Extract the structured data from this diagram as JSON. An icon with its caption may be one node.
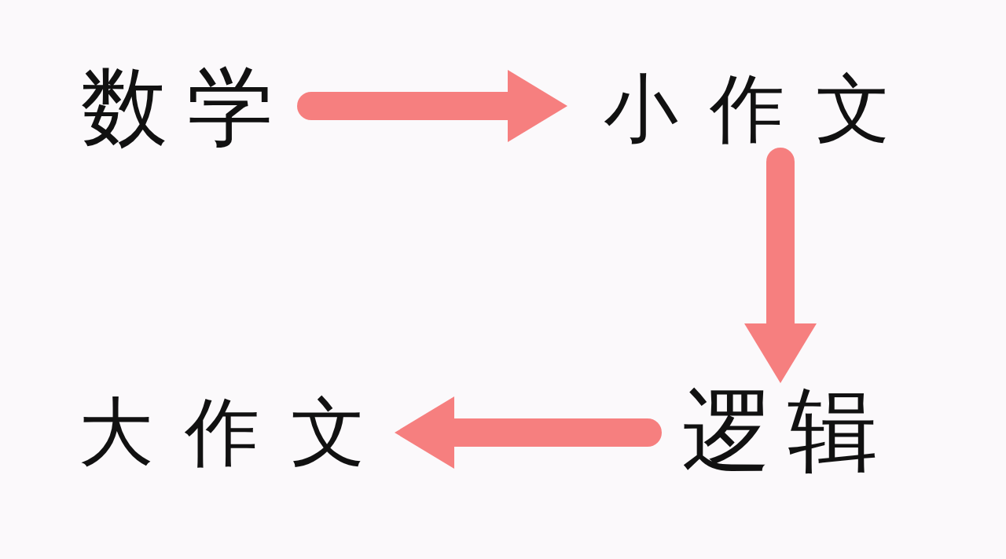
{
  "diagram": {
    "nodes": [
      {
        "text": [
          "数学"
        ]
      },
      {
        "text": [
          "小作文"
        ]
      },
      {
        "text": [
          "逻辑"
        ]
      },
      {
        "text": [
          "大作文"
        ]
      }
    ],
    "edges": [
      {
        "from": 0,
        "to": 1,
        "arrow": "to"
      },
      {
        "from": 1,
        "to": 2,
        "arrow": "to"
      },
      {
        "from": 2,
        "to": 3,
        "arrow": "to"
      }
    ]
  }
}
